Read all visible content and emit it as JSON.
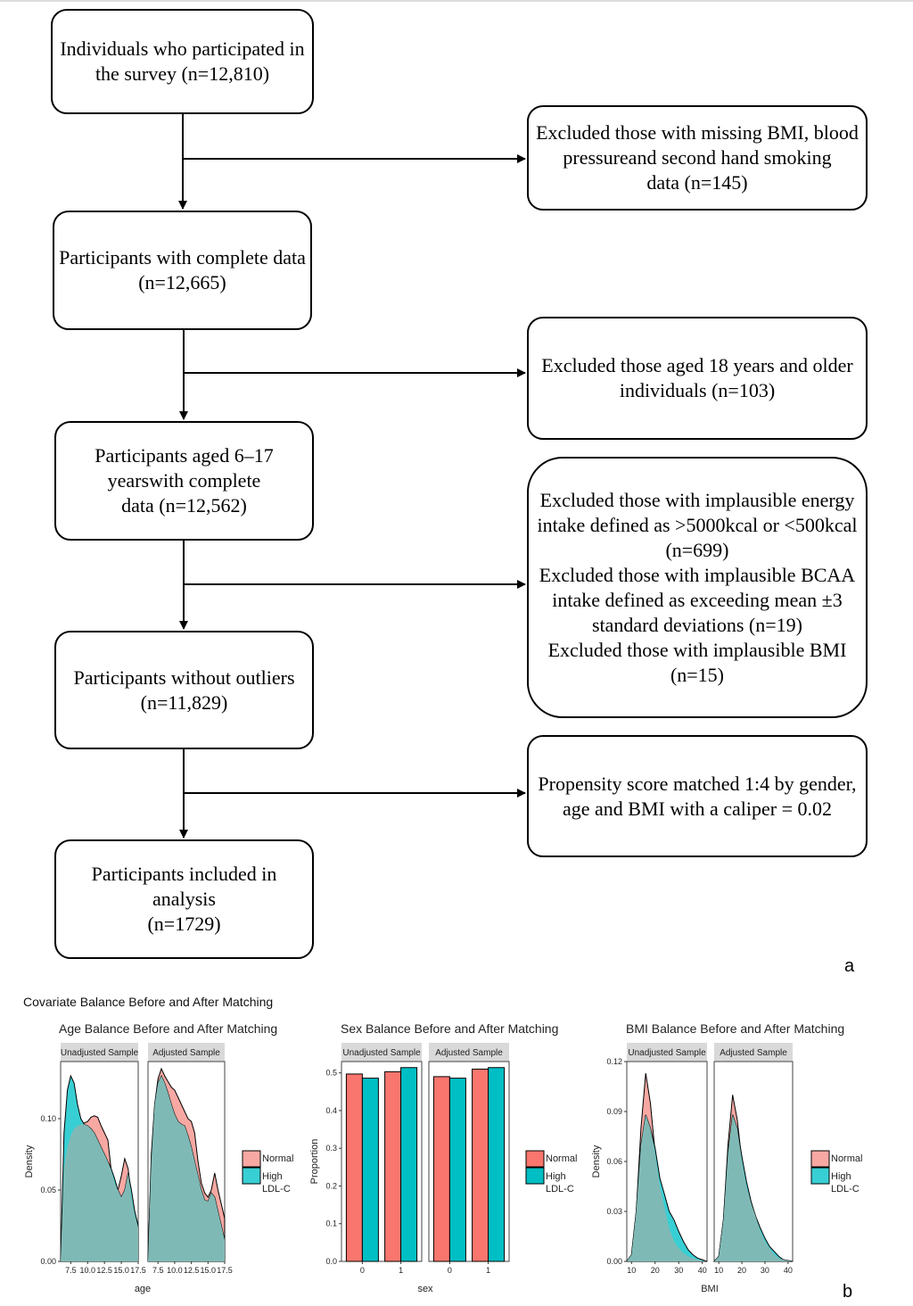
{
  "flowchart": {
    "boxes": [
      {
        "text": "Individuals who participated in\nthe survey (n=12,810)"
      },
      {
        "text": "Participants with complete data\n(n=12,665)"
      },
      {
        "text": "Participants aged 6–17\nyearswith complete\ndata (n=12,562)"
      },
      {
        "text": "Participants without outliers\n(n=11,829)"
      },
      {
        "text": "Participants included in analysis\n(n=1729)"
      }
    ],
    "exclusions": [
      {
        "text": "Excluded those with missing BMI, blood\npressureand second hand smoking\ndata (n=145)"
      },
      {
        "text": "Excluded those aged 18 years and older\nindividuals (n=103)"
      },
      {
        "text": "Excluded those with implausible energy\nintake defined as >5000kcal or <500kcal\n(n=699)\nExcluded those with implausible BCAA\nintake defined as exceeding mean ±3\nstandard deviations (n=19)\nExcluded those with implausible BMI\n(n=15)"
      },
      {
        "text": "Propensity score matched 1:4 by gender,\nage and BMI with a caliper = 0.02"
      }
    ],
    "panel_label": "a"
  },
  "balance": {
    "suptitle": "Covariate Balance Before and After Matching",
    "panel_label": "b",
    "colors": {
      "normal": "#f8a8a2",
      "high": "#38cfd4",
      "overlap": "#7fb9b5",
      "bar_normal": "#f8766d",
      "bar_high": "#00bfc4"
    }
  },
  "chart_data": [
    {
      "type": "area",
      "title": "Age Balance Before and After Matching",
      "xlabel": "age",
      "ylabel": "Density",
      "facets": [
        "Unadjusted Sample",
        "Adjusted Sample"
      ],
      "x_ticks": [
        "7.5",
        "10.0",
        "12.5",
        "15.0",
        "17.5"
      ],
      "xlim": [
        6,
        17.5
      ],
      "ylim": [
        0,
        0.14
      ],
      "y_ticks": [
        "0.00",
        "0.05",
        "0.10"
      ],
      "legend": {
        "title": "LDL-C",
        "entries": [
          "Normal",
          "High"
        ],
        "position": "right"
      },
      "x": [
        6,
        6.5,
        7,
        7.5,
        8,
        8.5,
        9,
        9.5,
        10,
        10.5,
        11,
        11.5,
        12,
        12.5,
        13,
        13.5,
        14,
        14.5,
        15,
        15.5,
        16,
        16.5,
        17,
        17.5
      ],
      "panels": [
        {
          "facet": "Unadjusted Sample",
          "series": [
            {
              "name": "Normal",
              "values": [
                0,
                0.065,
                0.08,
                0.088,
                0.093,
                0.095,
                0.096,
                0.097,
                0.098,
                0.101,
                0.102,
                0.101,
                0.095,
                0.09,
                0.085,
                0.064,
                0.055,
                0.05,
                0.06,
                0.072,
                0.065,
                0.045,
                0.032,
                0.024
              ]
            },
            {
              "name": "High",
              "values": [
                0,
                0.09,
                0.12,
                0.13,
                0.125,
                0.11,
                0.1,
                0.096,
                0.095,
                0.093,
                0.09,
                0.085,
                0.08,
                0.075,
                0.07,
                0.065,
                0.058,
                0.05,
                0.045,
                0.05,
                0.062,
                0.05,
                0.035,
                0.025
              ]
            }
          ]
        },
        {
          "facet": "Adjusted Sample",
          "series": [
            {
              "name": "Normal",
              "values": [
                0,
                0.075,
                0.11,
                0.128,
                0.135,
                0.13,
                0.126,
                0.122,
                0.12,
                0.115,
                0.11,
                0.105,
                0.1,
                0.098,
                0.09,
                0.07,
                0.055,
                0.048,
                0.045,
                0.05,
                0.062,
                0.05,
                0.04,
                0.03
              ]
            },
            {
              "name": "High",
              "values": [
                0,
                0.07,
                0.11,
                0.125,
                0.13,
                0.125,
                0.118,
                0.11,
                0.103,
                0.098,
                0.096,
                0.095,
                0.088,
                0.08,
                0.07,
                0.06,
                0.05,
                0.043,
                0.042,
                0.048,
                0.045,
                0.035,
                0.025,
                0.015
              ]
            }
          ]
        }
      ]
    },
    {
      "type": "bar",
      "title": "Sex Balance Before and After Matching",
      "xlabel": "sex",
      "ylabel": "Proportion",
      "facets": [
        "Unadjusted Sample",
        "Adjusted Sample"
      ],
      "categories": [
        "0",
        "1"
      ],
      "ylim": [
        0,
        0.53
      ],
      "y_ticks": [
        "0.0",
        "0.1",
        "0.2",
        "0.3",
        "0.4",
        "0.5"
      ],
      "legend": {
        "title": "LDL-C",
        "entries": [
          "Normal",
          "High"
        ],
        "position": "right"
      },
      "panels": [
        {
          "facet": "Unadjusted Sample",
          "series": [
            {
              "name": "Normal",
              "values": [
                0.497,
                0.503
              ]
            },
            {
              "name": "High",
              "values": [
                0.486,
                0.514
              ]
            }
          ]
        },
        {
          "facet": "Adjusted Sample",
          "series": [
            {
              "name": "Normal",
              "values": [
                0.49,
                0.51
              ]
            },
            {
              "name": "High",
              "values": [
                0.486,
                0.514
              ]
            }
          ]
        }
      ]
    },
    {
      "type": "area",
      "title": "BMI Balance Before and After Matching",
      "xlabel": "BMI",
      "ylabel": "Density",
      "facets": [
        "Unadjusted Sample",
        "Adjusted Sample"
      ],
      "x_ticks": [
        "10",
        "20",
        "30",
        "40"
      ],
      "xlim": [
        8,
        42
      ],
      "ylim": [
        0,
        0.12
      ],
      "y_ticks": [
        "0.00",
        "0.03",
        "0.06",
        "0.09",
        "0.12"
      ],
      "legend": {
        "title": "LDL-C",
        "entries": [
          "Normal",
          "High"
        ],
        "position": "right"
      },
      "x": [
        8,
        10,
        12,
        14,
        16,
        18,
        20,
        22,
        24,
        26,
        28,
        30,
        32,
        34,
        36,
        38,
        40,
        42
      ],
      "panels": [
        {
          "facet": "Unadjusted Sample",
          "series": [
            {
              "name": "Normal",
              "values": [
                0,
                0.004,
                0.03,
                0.08,
                0.113,
                0.095,
                0.065,
                0.045,
                0.032,
                0.02,
                0.012,
                0.008,
                0.005,
                0.003,
                0.002,
                0.001,
                0.0005,
                0
              ]
            },
            {
              "name": "High",
              "values": [
                0,
                0.004,
                0.03,
                0.07,
                0.088,
                0.08,
                0.068,
                0.05,
                0.04,
                0.03,
                0.025,
                0.018,
                0.012,
                0.007,
                0.004,
                0.002,
                0.001,
                0
              ]
            }
          ]
        },
        {
          "facet": "Adjusted Sample",
          "series": [
            {
              "name": "Normal",
              "values": [
                0,
                0.003,
                0.025,
                0.07,
                0.1,
                0.085,
                0.06,
                0.045,
                0.035,
                0.027,
                0.018,
                0.012,
                0.008,
                0.004,
                0.002,
                0.001,
                0.0005,
                0
              ]
            },
            {
              "name": "High",
              "values": [
                0,
                0.003,
                0.025,
                0.065,
                0.088,
                0.08,
                0.063,
                0.048,
                0.036,
                0.027,
                0.02,
                0.014,
                0.009,
                0.006,
                0.003,
                0.001,
                0.0005,
                0
              ]
            }
          ]
        }
      ]
    }
  ]
}
